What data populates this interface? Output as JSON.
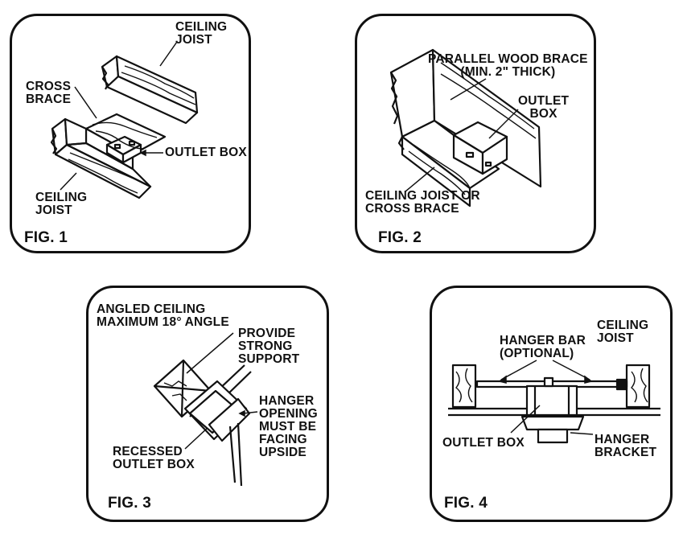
{
  "figures": [
    {
      "caption": "FIG. 1",
      "labels": {
        "ceiling_joist_top": "CEILING\nJOIST",
        "cross_brace": "CROSS\nBRACE",
        "outlet_box": "OUTLET BOX",
        "ceiling_joist_bottom": "CEILING\nJOIST"
      }
    },
    {
      "caption": "FIG. 2",
      "labels": {
        "parallel_brace": "PARALLEL WOOD BRACE\n(MIN. 2\" THICK)",
        "outlet_box": "OUTLET\nBOX",
        "joist_or_brace": "CEILING JOIST OR\nCROSS BRACE"
      }
    },
    {
      "caption": "FIG. 3",
      "labels": {
        "angled_ceiling": "ANGLED CEILING\nMAXIMUM 18° ANGLE",
        "provide_support": "PROVIDE\nSTRONG\nSUPPORT",
        "hanger_opening": "HANGER\nOPENING\nMUST BE\nFACING\nUPSIDE",
        "recessed_box": "RECESSED\nOUTLET BOX"
      }
    },
    {
      "caption": "FIG. 4",
      "labels": {
        "hanger_bar": "HANGER BAR\n(OPTIONAL)",
        "ceiling_joist": "CEILING\nJOIST",
        "outlet_box": "OUTLET BOX",
        "hanger_bracket": "HANGER\nBRACKET"
      }
    }
  ]
}
